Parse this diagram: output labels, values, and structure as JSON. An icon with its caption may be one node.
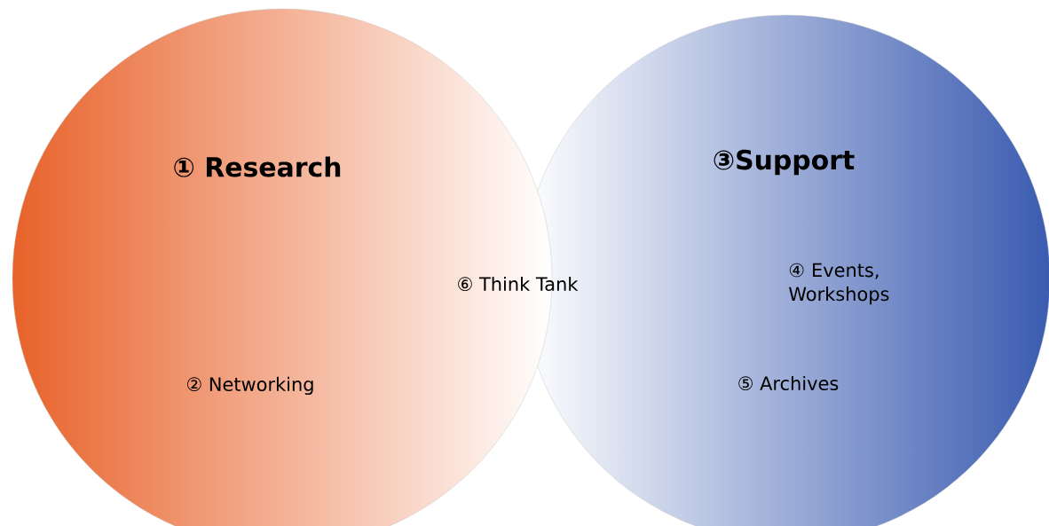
{
  "diagram": {
    "nodes": [
      {
        "text": [
          "① Research",
          "② Networking"
        ]
      },
      {
        "text": [
          "③Support",
          "④ Events, Workshops",
          "⑤ Archives"
        ]
      }
    ],
    "labels": [
      "⑥ Think Tank"
    ]
  }
}
